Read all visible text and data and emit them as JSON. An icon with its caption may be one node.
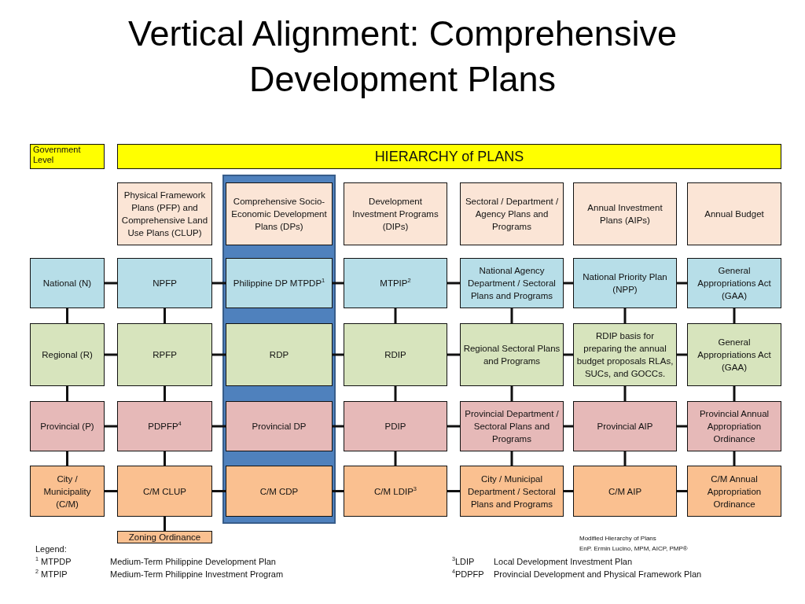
{
  "diagram": {
    "title": "Vertical Alignment: Comprehensive Development Plans",
    "nodes": [
      {
        "text": [
          "Government Level"
        ]
      },
      {
        "text": [
          "HIERARCHY of PLANS"
        ]
      },
      {
        "text": [],
        "shape": "box"
      },
      {
        "text": [
          "Physical Framework Plans (PFP) and Comprehensive Land Use Plans (CLUP)"
        ]
      },
      {
        "text": [
          "Comprehensive Socio-Economic Development Plans (DPs)"
        ],
        "in": 2
      },
      {
        "text": [
          "Development Investment Programs (DIPs)"
        ]
      },
      {
        "text": [
          "Sectoral / Department / Agency Plans and Programs"
        ]
      },
      {
        "text": [
          "Annual Investment Plans (AIPs)"
        ]
      },
      {
        "text": [
          "Annual Budget"
        ]
      },
      {
        "text": [
          "National (N)"
        ]
      },
      {
        "text": [
          "NPFP"
        ]
      },
      {
        "text": [
          "Philippine DP MTPDP$^{1}$"
        ],
        "in": 2
      },
      {
        "text": [
          "MTPIP$^{2}$"
        ]
      },
      {
        "text": [
          "National Agency Department / Sectoral Plans and Programs"
        ]
      },
      {
        "text": [
          "National Priority Plan (NPP)"
        ]
      },
      {
        "text": [
          "General Appropriations Act (GAA)"
        ]
      },
      {
        "text": [
          "Regional (R)"
        ]
      },
      {
        "text": [
          "RPFP"
        ]
      },
      {
        "text": [
          "RDP"
        ],
        "in": 2
      },
      {
        "text": [
          "RDIP"
        ]
      },
      {
        "text": [
          "Regional Sectoral Plans and Programs"
        ]
      },
      {
        "text": [
          "RDIP basis for preparing the annual budget proposals RLAs, SUCs, and GOCCs."
        ]
      },
      {
        "text": [
          "General Appropriations Act (GAA)"
        ]
      },
      {
        "text": [
          "Provincial (P)"
        ]
      },
      {
        "text": [
          "PDPFP$^{4}$"
        ]
      },
      {
        "text": [
          "Provincial DP"
        ],
        "in": 2
      },
      {
        "text": [
          "PDIP"
        ]
      },
      {
        "text": [
          "Provincial Department / Sectoral Plans and Programs"
        ]
      },
      {
        "text": [
          "Provincial AIP"
        ]
      },
      {
        "text": [
          "Provincial Annual Appropriation Ordinance"
        ]
      },
      {
        "text": [
          "City / Municipality (C/M)"
        ]
      },
      {
        "text": [
          "C/M CLUP"
        ]
      },
      {
        "text": [
          "C/M CDP"
        ],
        "in": 2
      },
      {
        "text": [
          "C/M LDIP$^{3}$"
        ]
      },
      {
        "text": [
          "City / Municipal Department / Sectoral Plans and Programs"
        ]
      },
      {
        "text": [
          "C/M AIP"
        ]
      },
      {
        "text": [
          "C/M Annual Appropriation Ordinance"
        ]
      },
      {
        "text": [
          "Zoning Ordinance"
        ]
      }
    ],
    "edges": [
      {
        "from": 9,
        "to": 10,
        "arrow": "none"
      },
      {
        "from": 10,
        "to": 11,
        "arrow": "none"
      },
      {
        "from": 11,
        "to": 12,
        "arrow": "none"
      },
      {
        "from": 12,
        "to": 13,
        "arrow": "none"
      },
      {
        "from": 13,
        "to": 14,
        "arrow": "none"
      },
      {
        "from": 14,
        "to": 15,
        "arrow": "none"
      },
      {
        "from": 16,
        "to": 17,
        "arrow": "none"
      },
      {
        "from": 17,
        "to": 18,
        "arrow": "none"
      },
      {
        "from": 18,
        "to": 19,
        "arrow": "none"
      },
      {
        "from": 19,
        "to": 20,
        "arrow": "none"
      },
      {
        "from": 20,
        "to": 21,
        "arrow": "none"
      },
      {
        "from": 21,
        "to": 22,
        "arrow": "none"
      },
      {
        "from": 23,
        "to": 24,
        "arrow": "none"
      },
      {
        "from": 24,
        "to": 25,
        "arrow": "none"
      },
      {
        "from": 25,
        "to": 26,
        "arrow": "none"
      },
      {
        "from": 26,
        "to": 27,
        "arrow": "none"
      },
      {
        "from": 27,
        "to": 28,
        "arrow": "none"
      },
      {
        "from": 28,
        "to": 29,
        "arrow": "none"
      },
      {
        "from": 30,
        "to": 31,
        "arrow": "none"
      },
      {
        "from": 31,
        "to": 32,
        "arrow": "none"
      },
      {
        "from": 32,
        "to": 33,
        "arrow": "none"
      },
      {
        "from": 33,
        "to": 34,
        "arrow": "none"
      },
      {
        "from": 34,
        "to": 35,
        "arrow": "none"
      },
      {
        "from": 35,
        "to": 36,
        "arrow": "none"
      },
      {
        "from": 9,
        "to": 16,
        "arrow": "none"
      },
      {
        "from": 16,
        "to": 23,
        "arrow": "none"
      },
      {
        "from": 23,
        "to": 30,
        "arrow": "none"
      },
      {
        "from": 10,
        "to": 17,
        "arrow": "none"
      },
      {
        "from": 17,
        "to": 24,
        "arrow": "none"
      },
      {
        "from": 24,
        "to": 31,
        "arrow": "none"
      },
      {
        "from": 31,
        "to": 37,
        "arrow": "none"
      },
      {
        "from": 12,
        "to": 19,
        "arrow": "none"
      },
      {
        "from": 19,
        "to": 26,
        "arrow": "none"
      },
      {
        "from": 26,
        "to": 33,
        "arrow": "none"
      },
      {
        "from": 13,
        "to": 20,
        "arrow": "none"
      },
      {
        "from": 20,
        "to": 27,
        "arrow": "none"
      },
      {
        "from": 27,
        "to": 34,
        "arrow": "none"
      },
      {
        "from": 14,
        "to": 21,
        "arrow": "none"
      },
      {
        "from": 21,
        "to": 28,
        "arrow": "none"
      },
      {
        "from": 28,
        "to": 35,
        "arrow": "none"
      },
      {
        "from": 15,
        "to": 22,
        "arrow": "none"
      },
      {
        "from": 22,
        "to": 29,
        "arrow": "none"
      },
      {
        "from": 29,
        "to": 36,
        "arrow": "none"
      }
    ],
    "labels": [
      "Modified Hierarchy of Plans",
      "EnP. Ermin Lucino, MPM, AICP, PMP®",
      "Legend:",
      "$^{1}$ MTPDP",
      "Medium-Term Philippine Development Plan",
      "$^{2}$ MTPIP",
      "Medium-Term Philippine Investment Program",
      "$^{3}$LDIP",
      "Local Development Investment Plan",
      "$^{4}$PDPFP",
      "Provincial Development and Physical Framework Plan"
    ]
  }
}
